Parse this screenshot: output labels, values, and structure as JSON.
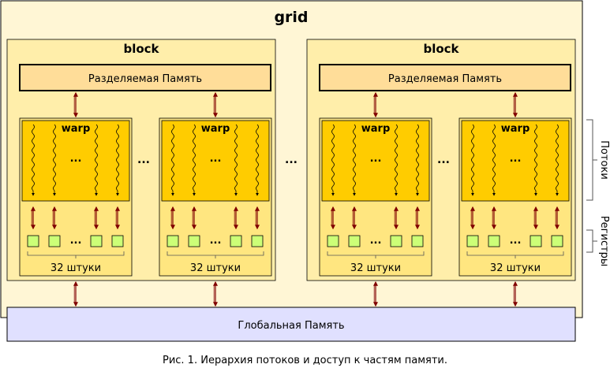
{
  "grid": {
    "title": "grid"
  },
  "blocks": [
    {
      "title": "block",
      "shared_memory": "Разделяемая Память",
      "warps": [
        {
          "title": "warp",
          "dots": "...",
          "register_dots": "...",
          "count_label": "32 штуки"
        },
        {
          "title": "warp",
          "dots": "...",
          "register_dots": "...",
          "count_label": "32 штуки"
        }
      ],
      "between_warps": "..."
    },
    {
      "title": "block",
      "shared_memory": "Разделяемая Память",
      "warps": [
        {
          "title": "warp",
          "dots": "...",
          "register_dots": "...",
          "count_label": "32 штуки"
        },
        {
          "title": "warp",
          "dots": "...",
          "register_dots": "...",
          "count_label": "32 штуки"
        }
      ],
      "between_warps": "..."
    }
  ],
  "between_blocks": "...",
  "global_memory": "Глобальная Память",
  "side_labels": {
    "threads": "Потоки",
    "registers": "Регистры"
  },
  "caption": "Рис. 1. Иерархия потоков и доступ к частям памяти.",
  "colors": {
    "grid_fill": "#fff6d5",
    "block_fill": "#ffeeaa",
    "shared_memory_fill": "#ffdd99",
    "warp_container_fill": "#ffe680",
    "warp_fill": "#ffcc00",
    "register_fill": "#ccff77",
    "global_memory_fill": "#e0e0ff",
    "arrow": "#800000"
  }
}
